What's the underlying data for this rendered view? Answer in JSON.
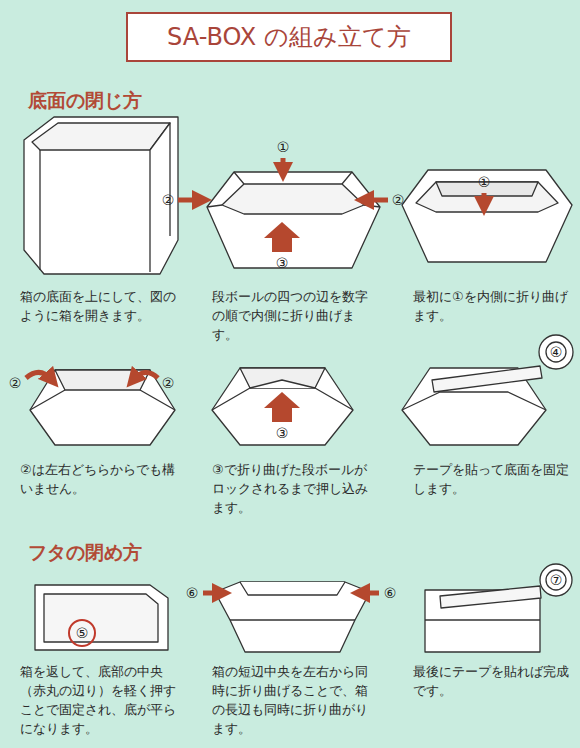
{
  "diagram": {
    "title": "SA-BOX の組み立て方",
    "labels": [
      "底面の閉じ方",
      "箱の底面を上にして、図のように箱を開きます。",
      "①",
      "②",
      "②",
      "③",
      "段ボールの四つの辺を数字の順で内側に折り曲げます。",
      "①",
      "最初に①を内側に折り曲げます。",
      "②",
      "②",
      "②は左右どちらからでも構いません。",
      "③",
      "③で折り曲げた段ボールがロックされるまで押し込みます。",
      "④",
      "テープを貼って底面を固定します。",
      "フタの閉め方",
      "⑤",
      "箱を返して、底部の中央（赤丸の辺り）を軽く押すことで固定され、底が平らになります。",
      "⑥",
      "⑥",
      "箱の短辺中央を左右から同時に折り曲げることで、箱の長辺も同時に折り曲がります。",
      "⑦",
      "最後にテープを貼れば完成です。"
    ]
  }
}
